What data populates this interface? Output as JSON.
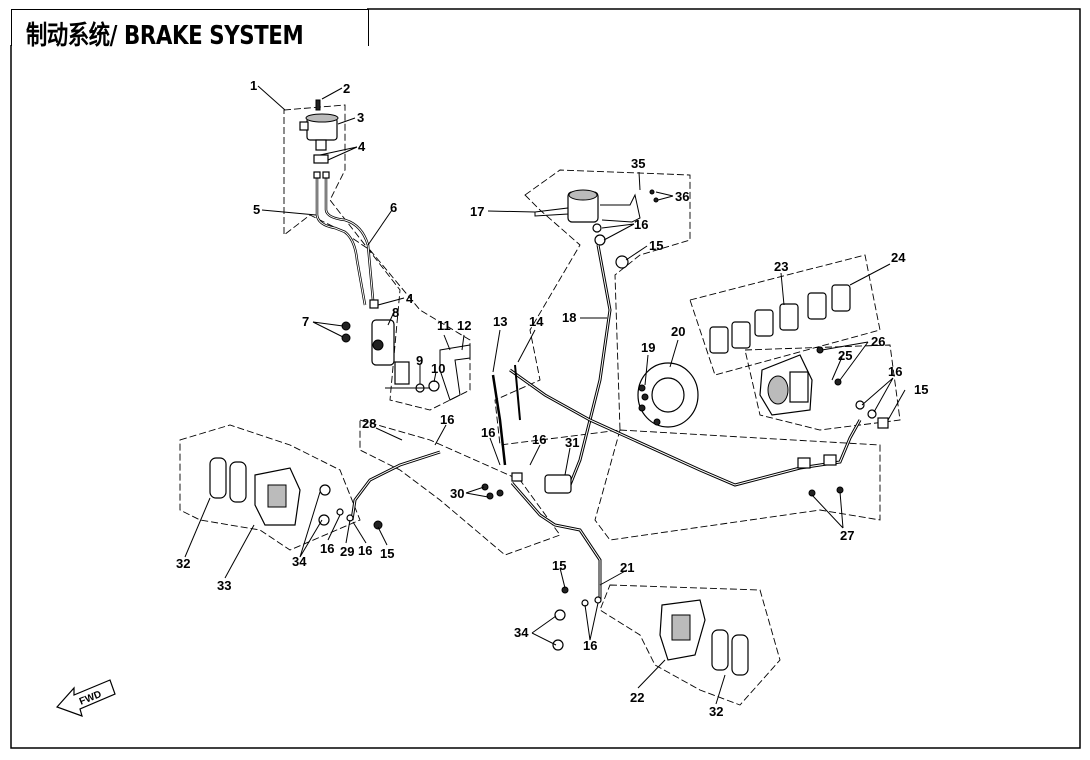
{
  "title": "制动系统/ BRAKE SYSTEM",
  "fwd_label": "FWD",
  "callouts": [
    "1",
    "2",
    "3",
    "4",
    "4",
    "5",
    "6",
    "7",
    "8",
    "9",
    "10",
    "11",
    "12",
    "13",
    "14",
    "15",
    "15",
    "15",
    "15",
    "16",
    "16",
    "16",
    "16",
    "16",
    "16",
    "16",
    "16",
    "17",
    "18",
    "19",
    "20",
    "21",
    "22",
    "23",
    "24",
    "25",
    "26",
    "27",
    "28",
    "29",
    "30",
    "31",
    "32",
    "32",
    "33",
    "34",
    "34",
    "35",
    "36"
  ]
}
